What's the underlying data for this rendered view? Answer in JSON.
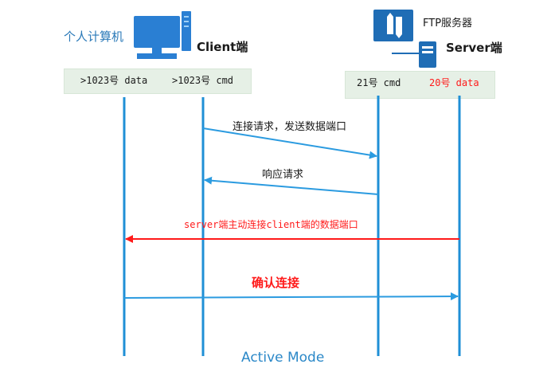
{
  "client": {
    "label": "个人计算机",
    "name": "Client端",
    "ports": {
      "data": ">1023号 data",
      "cmd": ">1023号 cmd"
    }
  },
  "server": {
    "label": "FTP服务器",
    "name": "Server端",
    "ports": {
      "cmd": "21号 cmd",
      "data": "20号 data"
    }
  },
  "messages": {
    "m1": "连接请求，发送数据端口",
    "m2": "响应请求",
    "m3": "server端主动连接client端的数据端口",
    "m4": "确认连接"
  },
  "footer": {
    "title": "Active Mode"
  },
  "colors": {
    "lifeline": "#1f8fd6",
    "arrow": "#2b9be0",
    "highlight": "#ff1a1a",
    "portbox": "#e6f0e6",
    "computer": "#2a7fd3",
    "text": "#1a1a1a"
  },
  "icons": {
    "client": "desktop-computer-icon",
    "server": "server-icon"
  }
}
